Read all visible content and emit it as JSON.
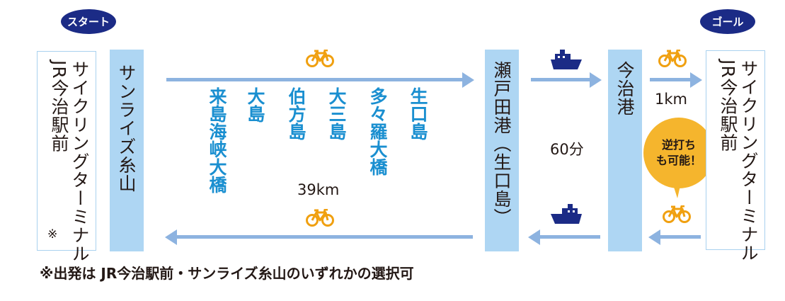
{
  "start_label": "スタート",
  "goal_label": "ゴール",
  "start_station": {
    "line1": "サイクリングターミナル",
    "line2": "JR今治駅前",
    "mark": "※"
  },
  "goal_station": {
    "line1": "サイクリングターミナル",
    "line2": "JR今治駅前"
  },
  "sunrise": "サンライズ糸山",
  "setoda": "瀬戸田港（生口島）",
  "imabari_port": "今治港",
  "bridges": [
    "生口島",
    "多々羅大橋",
    "大三島",
    "伯方島",
    "大島",
    "来島海峡大橋"
  ],
  "cycling_distance": "39km",
  "ferry_time": "60分",
  "port_distance": "1km",
  "bubble": {
    "line1": "逆打ち",
    "line2": "も可能！"
  },
  "footnote": "※出発は JR今治駅前・サンライズ糸山のいずれかの選択可",
  "colors": {
    "navy": "#1b2b86",
    "bar": "#aed6f3",
    "arrow": "#8db3e0",
    "bridge_text": "#1a8fd0",
    "bike": "#f0a010",
    "bubble": "#f5b52d"
  }
}
